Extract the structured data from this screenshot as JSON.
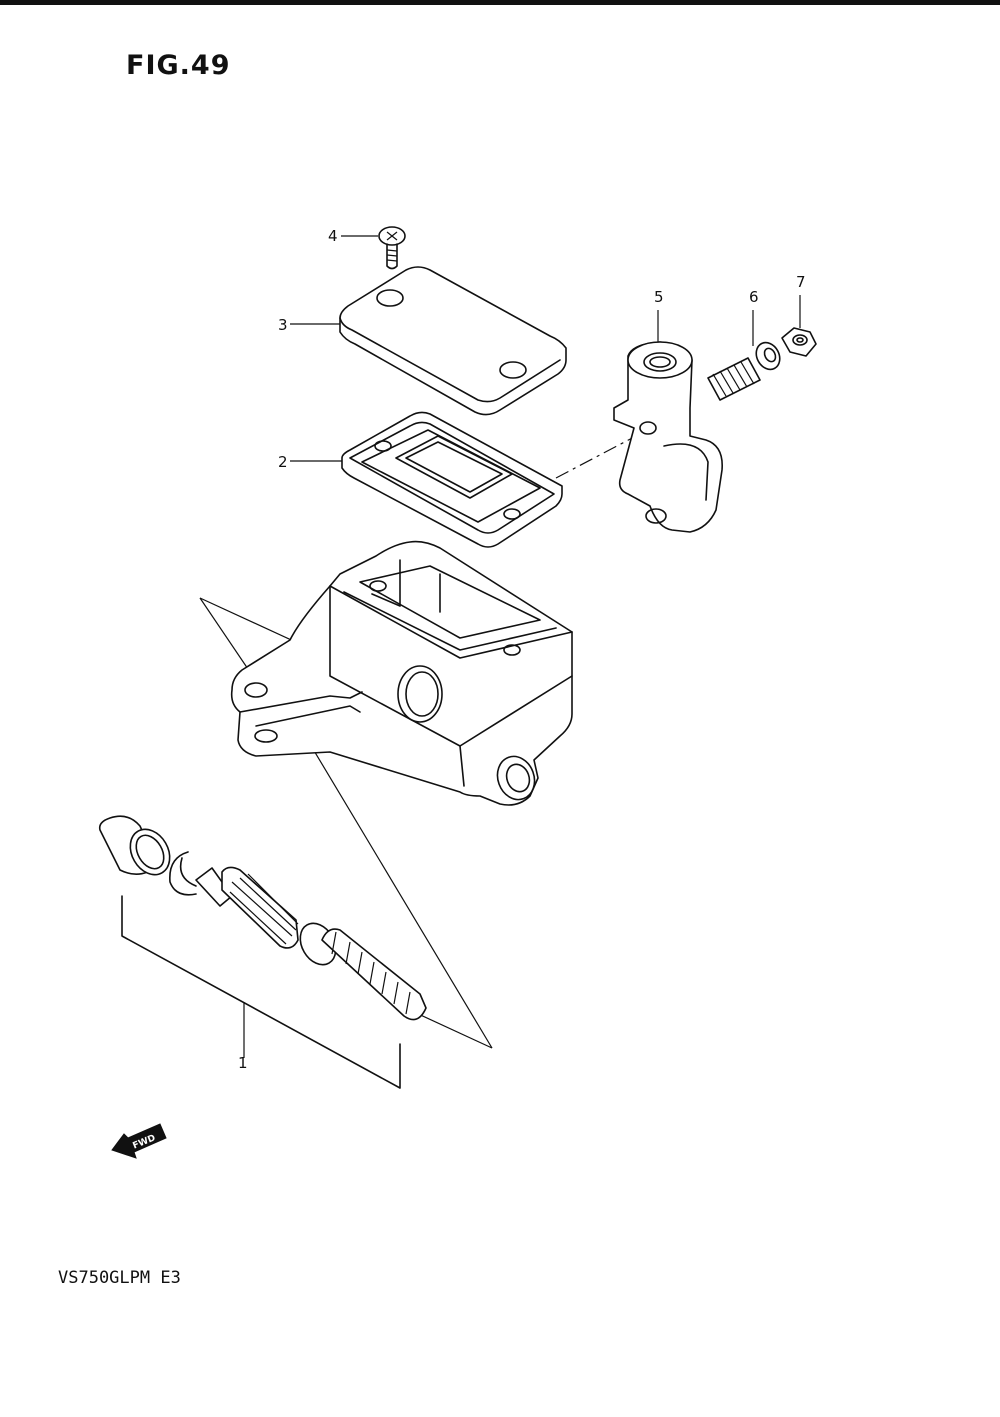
{
  "figure": {
    "title": "FIG.49",
    "model_code": "VS750GLPM  E3",
    "fwd_label": "FWD"
  },
  "callouts": [
    {
      "number": "1",
      "part": "master-cylinder-assembly"
    },
    {
      "number": "2",
      "part": "diaphragm-gasket"
    },
    {
      "number": "3",
      "part": "reservoir-cap"
    },
    {
      "number": "4",
      "part": "cap-screw"
    },
    {
      "number": "5",
      "part": "holder-clamp"
    },
    {
      "number": "6",
      "part": "clamp-bolt"
    },
    {
      "number": "7",
      "part": "cap-nut"
    }
  ]
}
